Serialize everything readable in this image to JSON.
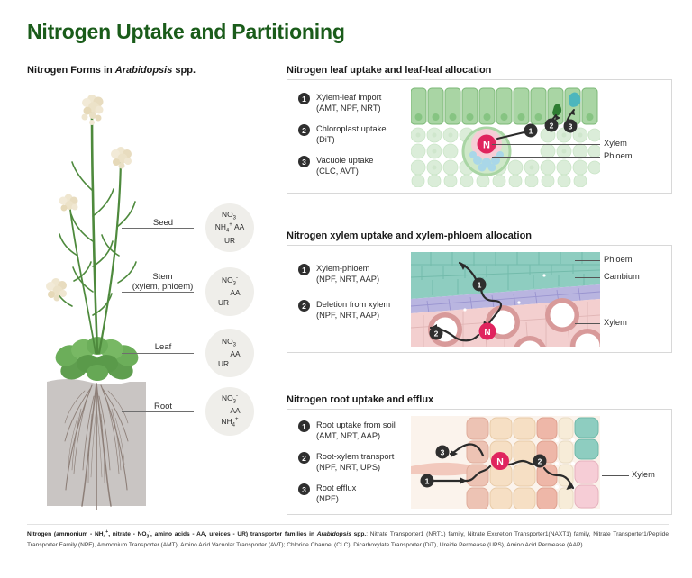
{
  "title": "Nitrogen Uptake and Partitioning",
  "left_panel": {
    "header_prefix": "Nitrogen Forms in ",
    "header_italic": "Arabidopsis",
    "header_suffix": " spp.",
    "organs": [
      {
        "name": "seed",
        "label": "Seed",
        "label2": "",
        "forms": [
          "NO3-",
          "NH4+ AA",
          "UR"
        ],
        "line1": "NO",
        "line1_sub": "3",
        "line1_sup": "-",
        "line2_a": "NH",
        "line2_a_sub": "4",
        "line2_a_sup": "+",
        "line2_b": "AA",
        "line3": "UR"
      },
      {
        "name": "stem",
        "label": "Stem",
        "label2": "(xylem, phloem)",
        "forms": [
          "NO3-",
          "AA",
          "UR"
        ],
        "line1": "NO",
        "line1_sub": "3",
        "line1_sup": "-",
        "line2_b": "AA",
        "line3": "UR"
      },
      {
        "name": "leaf",
        "label": "Leaf",
        "label2": "",
        "forms": [
          "NO3-",
          "AA",
          "UR"
        ],
        "line1": "NO",
        "line1_sub": "3",
        "line1_sup": "-",
        "line2_b": "AA",
        "line3": "UR"
      },
      {
        "name": "root",
        "label": "Root",
        "label2": "",
        "forms": [
          "NO3-",
          "AA",
          "NH4+"
        ],
        "line1": "NO",
        "line1_sub": "3",
        "line1_sup": "-",
        "line2_b": "AA",
        "line3": "NH",
        "line3_sub": "4",
        "line3_sup": "+"
      }
    ]
  },
  "panels": [
    {
      "id": "leaf-panel",
      "header": "Nitrogen leaf uptake and leaf-leaf allocation",
      "legend": [
        {
          "num": "1",
          "title": "Xylem-leaf import",
          "subtitle": "(AMT, NPF, NRT)"
        },
        {
          "num": "2",
          "title": "Chloroplast uptake",
          "subtitle": "(DiT)"
        },
        {
          "num": "3",
          "title": "Vacuole uptake",
          "subtitle": "(CLC, AVT)"
        }
      ],
      "callouts": [
        "Xylem",
        "Phloem"
      ],
      "node_label": "N"
    },
    {
      "id": "xylem-panel",
      "header": "Nitrogen xylem uptake and xylem-phloem allocation",
      "legend": [
        {
          "num": "1",
          "title": "Xylem-phloem",
          "subtitle": "(NPF, NRT, AAP)"
        },
        {
          "num": "2",
          "title": "Deletion from xylem",
          "subtitle": "(NPF, NRT, AAP)"
        }
      ],
      "callouts": [
        "Phloem",
        "Cambium",
        "Xylem"
      ],
      "node_label": "N"
    },
    {
      "id": "root-panel",
      "header": "Nitrogen root uptake and efflux",
      "legend": [
        {
          "num": "1",
          "title": "Root uptake from soil",
          "subtitle": "(AMT, NRT, AAP)"
        },
        {
          "num": "2",
          "title": "Root-xylem transport",
          "subtitle": "(NPF, NRT, UPS)"
        },
        {
          "num": "3",
          "title": "Root efflux",
          "subtitle": "(NPF)"
        }
      ],
      "callouts": [
        "Xylem"
      ],
      "node_label": "N"
    }
  ],
  "footnote": {
    "bold_part": "Nitrogen (ammonium - NH4+, nitrate - NO3-, amino acids - AA, ureides - UR) transporter families in Arabidopsis spp.",
    "rest": ": Nitrate Transporter1 (NRT1) family, Nitrate Excretion Transporter1(NAXT1) family, Nitrate Transporter1/Peptide Transporter Family (NPF), Ammonium Transporter (AMT), Amino Acid Vacuolar Transporter (AVT); Chloride Channel (CLC), Dicarboxylate Transporter (DiT), Ureide Permease.(UPS), Amino Acid Permease (AAP)."
  },
  "colors": {
    "title_green": "#1a5c1a",
    "node_pink": "#e0245e",
    "badge_dark": "#2f2f2f",
    "bubble_bg": "#efeeea",
    "soil_gray": "#c9c5c3",
    "leaf_green": "#8cc08c",
    "phloem_teal": "#7fc9bb",
    "cambium_purple": "#b9b5e0",
    "xylem_pink": "#e8b9b9",
    "root_tan": "#f0d9b8"
  }
}
